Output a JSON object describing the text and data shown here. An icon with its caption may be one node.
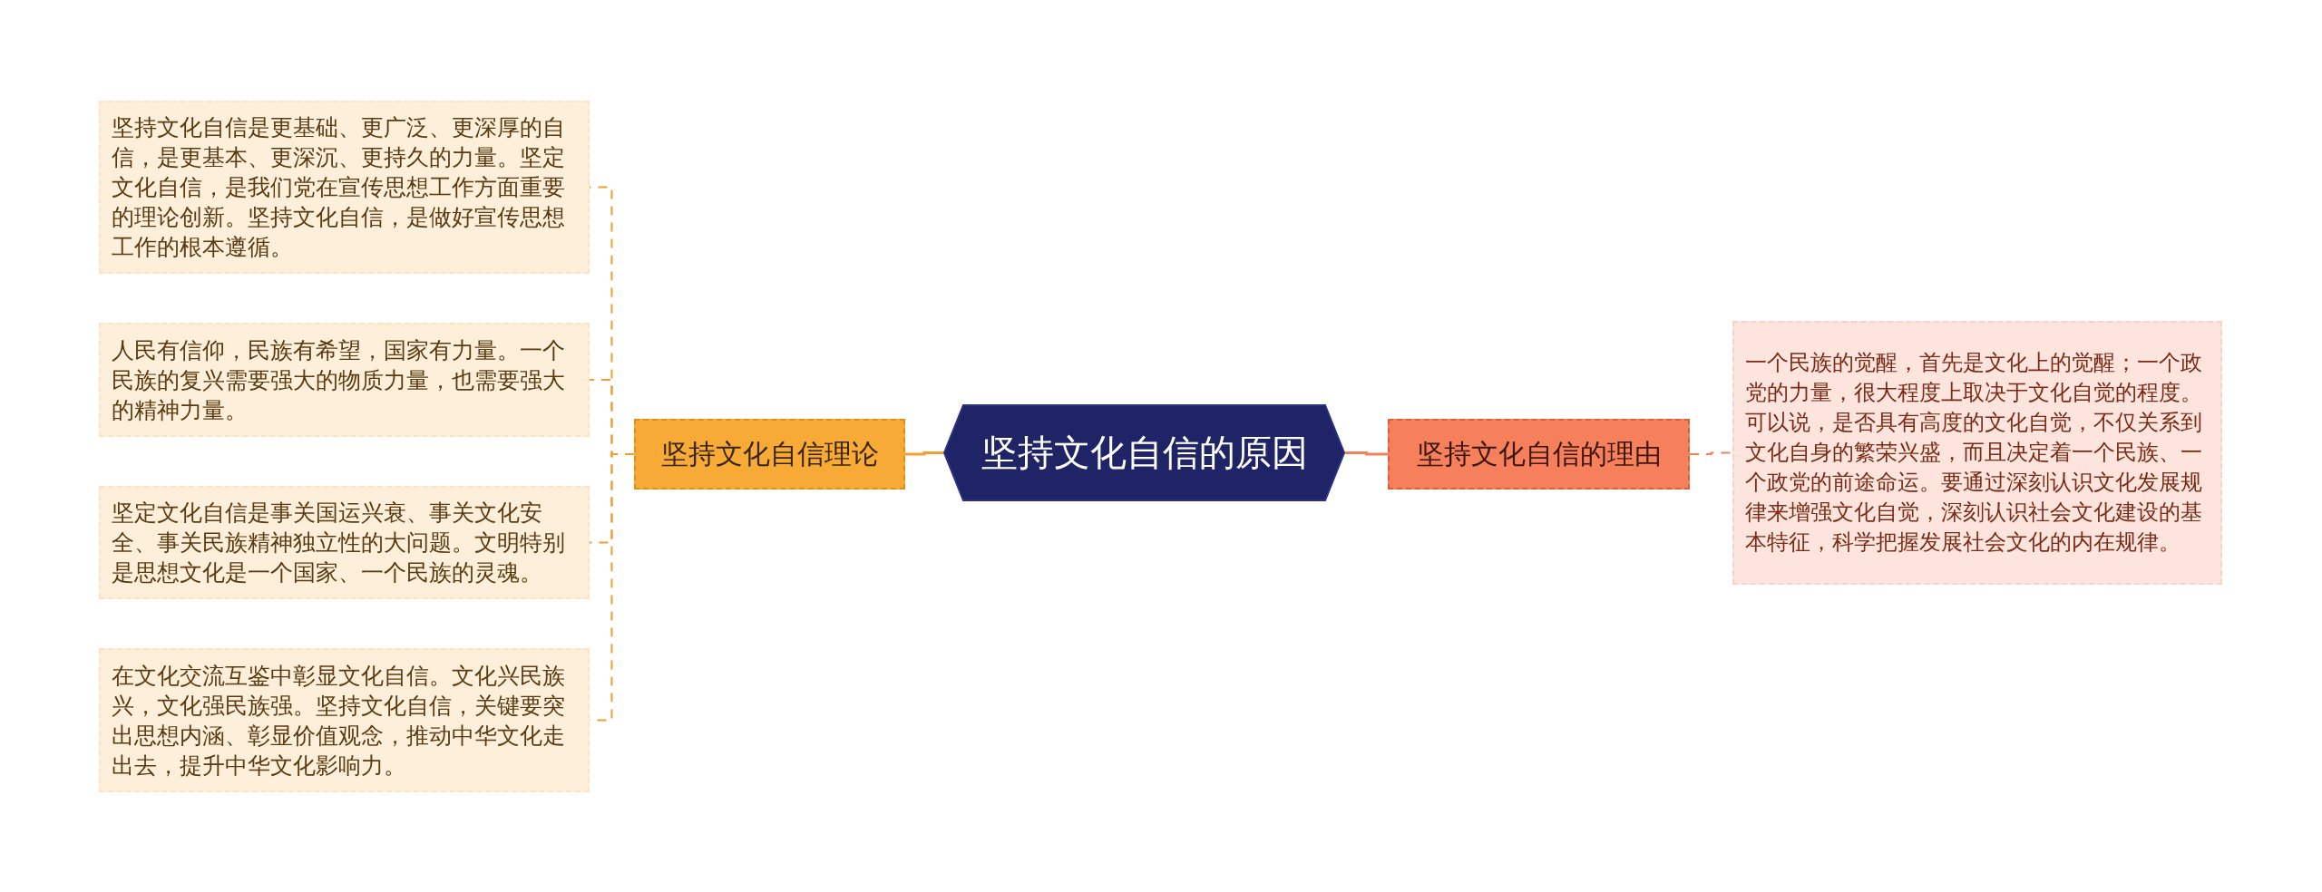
{
  "diagram": {
    "nodes": [
      {
        "text": [
          "坚持文化自信的原因"
        ]
      },
      {
        "text": [
          "坚持文化自信理论"
        ]
      },
      {
        "text": [
          "坚持文化自信是更基础、更广泛、更深厚的自信，是更基本、更深沉、更持久的力量。坚定文化自信，是我们党在宣传思想工作方面重要的理论创新。坚持文化自信，是做好宣传思想工作的根本遵循。"
        ]
      },
      {
        "text": [
          "人民有信仰，民族有希望，国家有力量。一个民族的复兴需要强大的物质力量，也需要强大的精神力量。"
        ]
      },
      {
        "text": [
          "坚定文化自信是事关国运兴衰、事关文化安全、事关民族精神独立性的大问题。文明特别是思想文化是一个国家、一个民族的灵魂。"
        ]
      },
      {
        "text": [
          "在文化交流互鉴中彰显文化自信。文化兴民族兴，文化强民族强。坚持文化自信，关键要突出思想内涵、彰显价值观念，推动中华文化走出去，提升中华文化影响力。"
        ]
      },
      {
        "text": [
          "坚持文化自信的理由"
        ]
      },
      {
        "text": [
          "一个民族的觉醒，首先是文化上的觉醒；一个政党的力量，很大程度上取决于文化自觉的程度。可以说，是否具有高度的文化自觉，不仅关系到文化自身的繁荣兴盛，而且决定着一个民族、一个政党的前途命运。要通过深刻认识文化发展规律来增强文化自觉，深刻认识社会文化建设的基本特征，科学把握发展社会文化的内在规律。"
        ]
      }
    ],
    "edges": [
      {
        "from": 0,
        "to": 1,
        "arrow": "none"
      },
      {
        "from": 1,
        "to": 2,
        "arrow": "none",
        "style": "dashed"
      },
      {
        "from": 1,
        "to": 3,
        "arrow": "none",
        "style": "dashed"
      },
      {
        "from": 1,
        "to": 4,
        "arrow": "none",
        "style": "dashed"
      },
      {
        "from": 1,
        "to": 5,
        "arrow": "none",
        "style": "dashed"
      },
      {
        "from": 0,
        "to": 6,
        "arrow": "none",
        "color": "#f0805e"
      },
      {
        "from": 6,
        "to": 7,
        "arrow": "none",
        "style": "dashed",
        "color": "#f0805e"
      }
    ]
  }
}
